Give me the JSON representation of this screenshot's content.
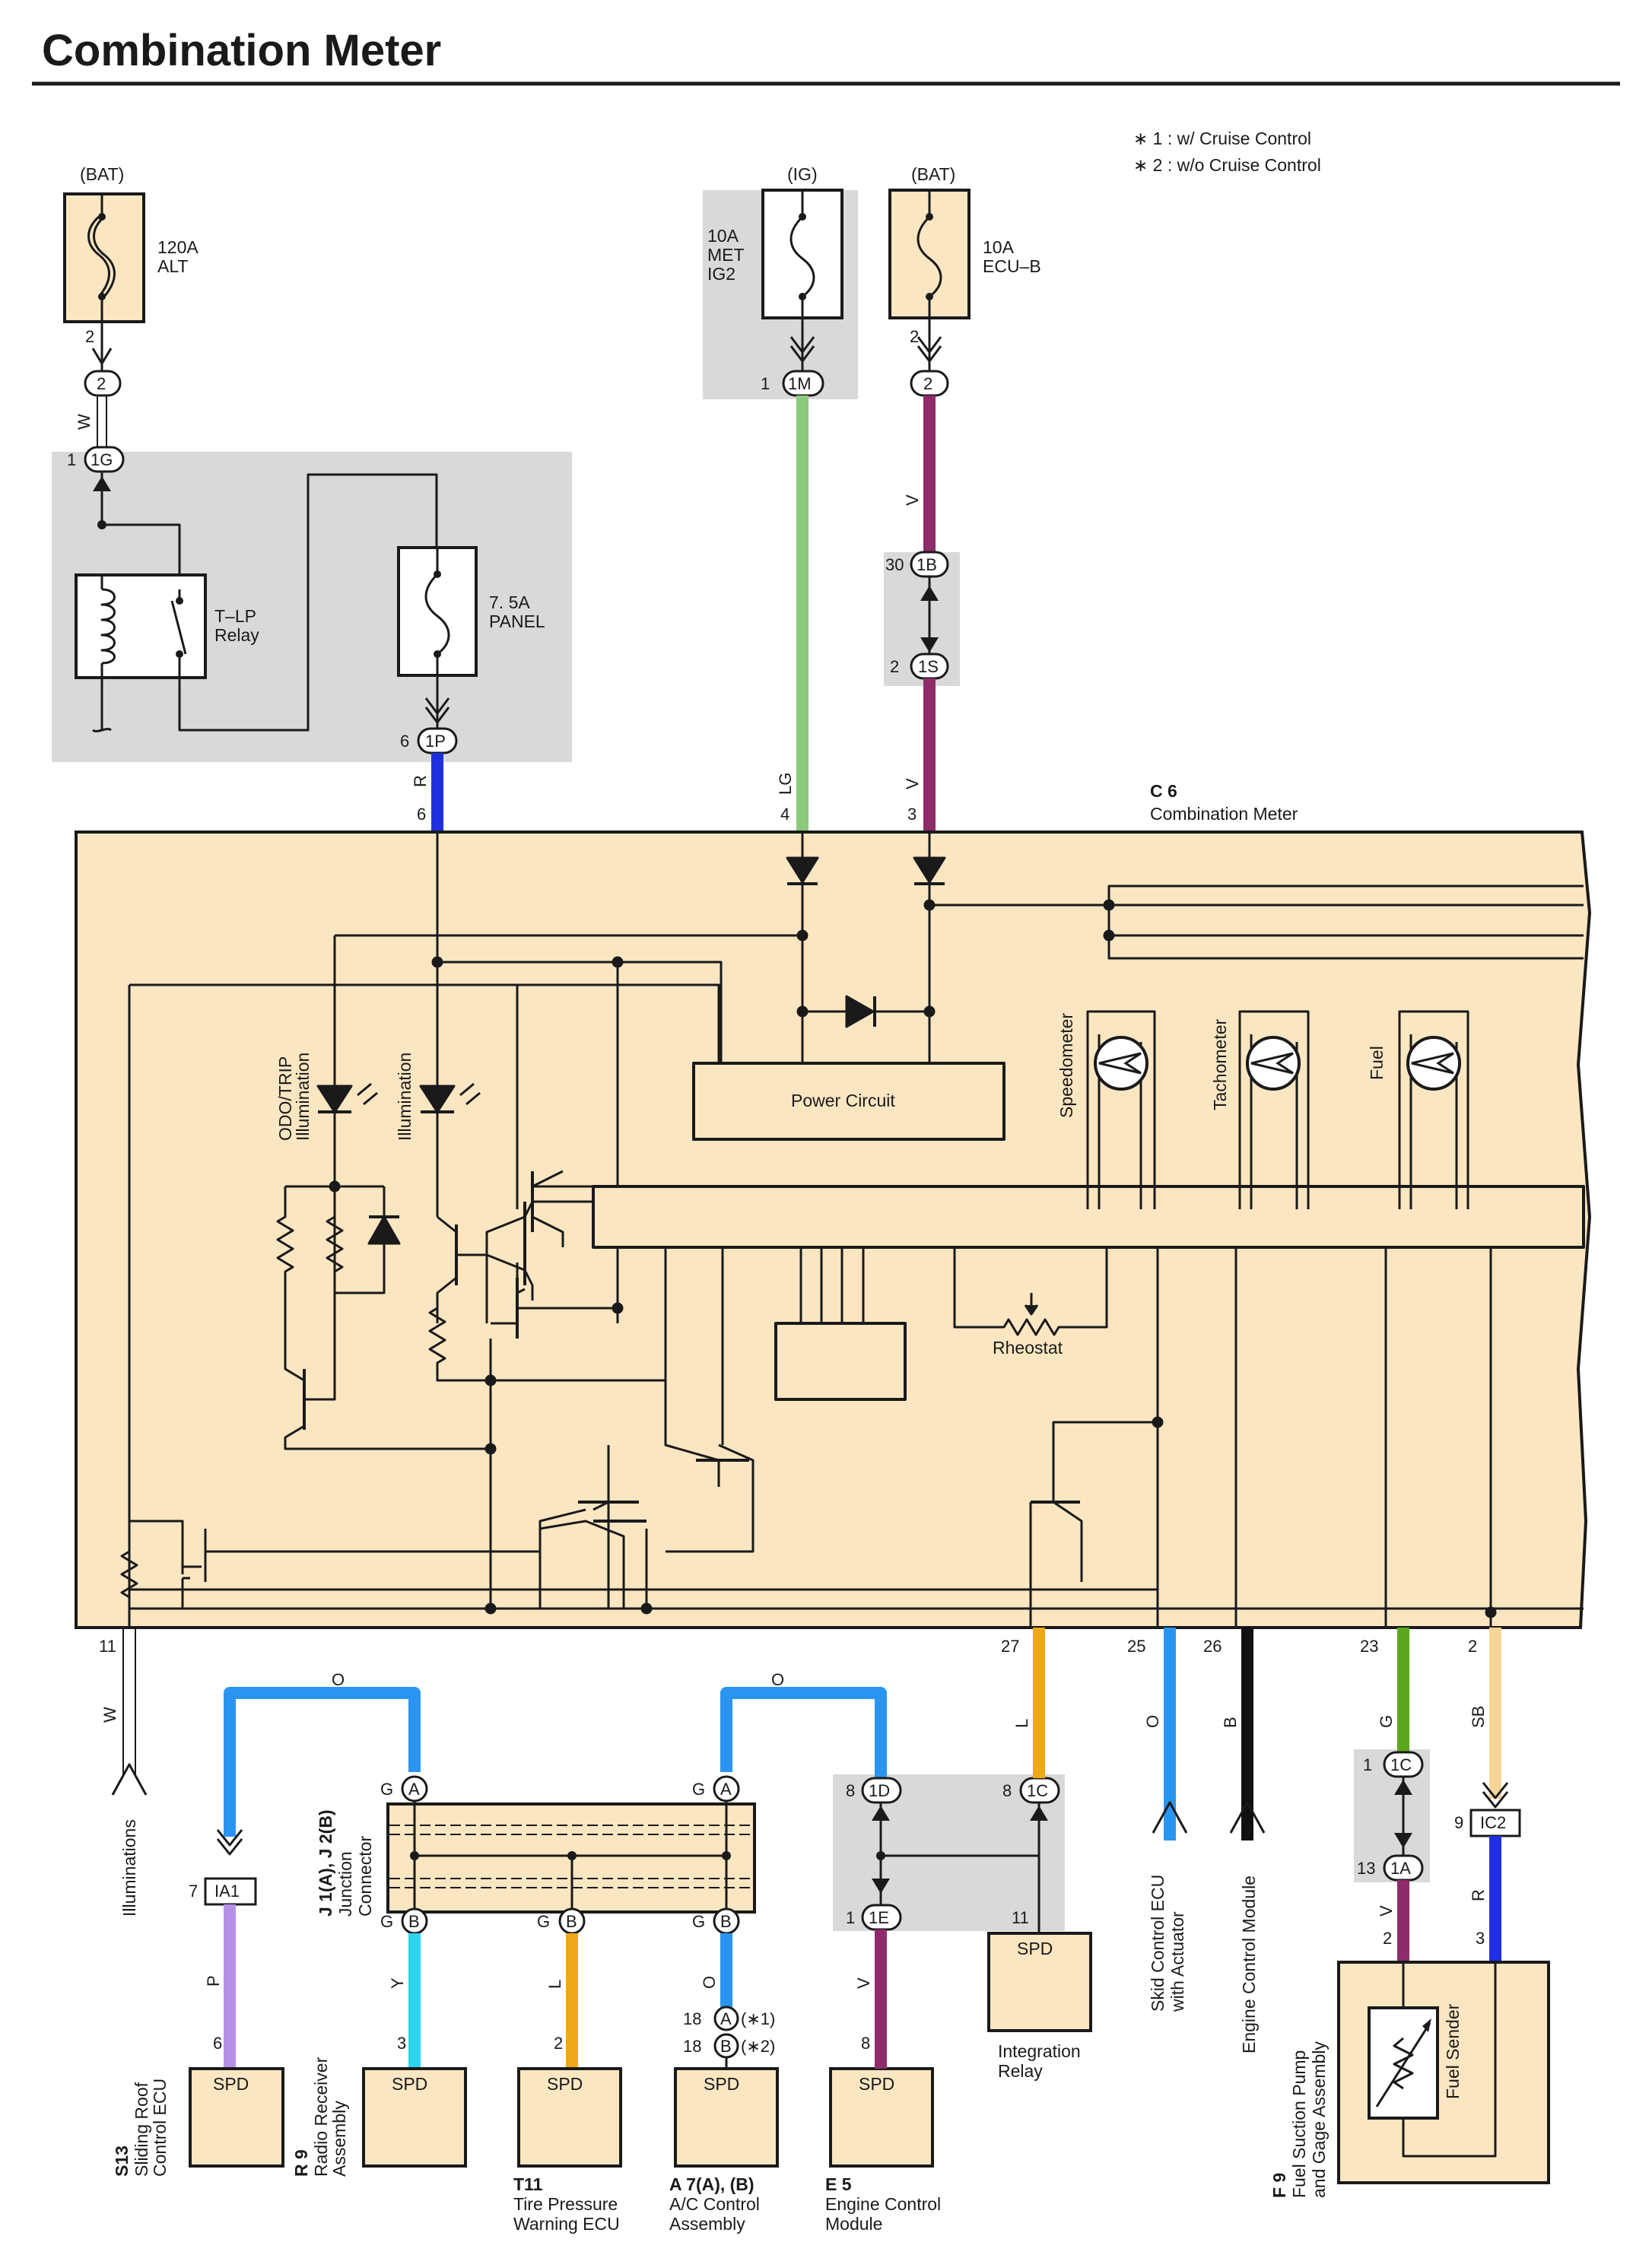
{
  "title": "Combination Meter",
  "notes": {
    "n1": "∗ 1 : w/ Cruise Control",
    "n2": "∗ 2 : w/o Cruise Control"
  },
  "power": {
    "bat1": "(BAT)",
    "ig": "(IG)",
    "bat2": "(BAT)"
  },
  "fuses": {
    "alt": [
      "120A",
      "ALT"
    ],
    "met": [
      "10A",
      "MET",
      "IG2"
    ],
    "ecub": [
      "10A",
      "ECU–B"
    ],
    "panel": [
      "7. 5A",
      "PANEL"
    ]
  },
  "relay": [
    "T–LP",
    "Relay"
  ],
  "meter": {
    "code": "C 6",
    "name": "Combination Meter",
    "power_circuit": "Power Circuit",
    "speedometer": "Speedometer",
    "tachometer": "Tachometer",
    "fuel": "Fuel",
    "rheostat": "Rheostat",
    "odo_illum": [
      "ODO/TRIP",
      "Illumination"
    ],
    "illum": "Illumination"
  },
  "connectors": {
    "c2a": "2",
    "c1g": "1G",
    "c1p": "1P",
    "c1m": "1M",
    "c2b": "2",
    "c1b": "1B",
    "c1s": "1S",
    "ia1": "IA1",
    "c1d": "1D",
    "c1c": "1C",
    "c1e": "1E",
    "c1c2": "1C",
    "c1a": "1A",
    "ic2": "IC2",
    "ja": "A",
    "jb": "B"
  },
  "pins": {
    "alt": "2",
    "c2a": "",
    "c1g": "1",
    "panel": "6",
    "met": "1",
    "ecub": "2",
    "c1b": "30",
    "c1s": "2",
    "m6": "6",
    "m4": "4",
    "m3": "3",
    "m11": "11",
    "m27": "27",
    "m25": "25",
    "m26": "26",
    "m23": "23",
    "m2": "2",
    "ia1": "7",
    "c1d": "8",
    "c1c": "8",
    "c1e": "1",
    "relay11": "11",
    "c1c2": "1",
    "c1a": "13",
    "ic2": "9",
    "s13": "6",
    "r9": "3",
    "t11": "2",
    "a18a": "18",
    "a18b": "18",
    "e5": "8",
    "f9a": "2",
    "f9b": "3",
    "ga1": "G",
    "gb1": "G",
    "gb2": "G",
    "ga2": "G",
    "gb3": "G",
    "star1": "(∗1)",
    "star2": "(∗2)"
  },
  "wire_colors": {
    "w1": "W",
    "r": "R",
    "lg": "LG",
    "v1": "V",
    "v2": "V",
    "w2": "W",
    "o1": "O",
    "o2": "O",
    "p": "P",
    "y": "Y",
    "l1": "L",
    "o3": "O",
    "v3": "V",
    "l2": "L",
    "o4": "O",
    "b": "B",
    "g": "G",
    "sb": "SB",
    "v4": "V",
    "r2": "R"
  },
  "spd": "SPD",
  "junction": [
    "J 1(A), J 2(B)",
    "Junction",
    "Connector"
  ],
  "components": {
    "illuminations": "Illuminations",
    "s13": [
      "S13",
      "Sliding Roof",
      "Control ECU"
    ],
    "r9": [
      "R 9",
      "Radio Receiver",
      "Assembly"
    ],
    "t11": [
      "T11",
      "Tire Pressure",
      "Warning ECU"
    ],
    "a7": [
      "A 7(A), (B)",
      "A/C Control",
      "Assembly"
    ],
    "e5": [
      "E 5",
      "Engine Control",
      "Module"
    ],
    "integ": [
      "Integration",
      "Relay"
    ],
    "skid": [
      "Skid Control ECU",
      "with Actuator"
    ],
    "ecm": "Engine Control Module",
    "f9": [
      "F 9",
      "Fuel Suction Pump",
      "and Gage Assembly"
    ],
    "sender": "Fuel Sender"
  },
  "colors": {
    "W": "#f2f2f2",
    "R": "#1f2fe0",
    "LG": "#8cc97a",
    "V": "#8e2b6b",
    "O": "#2a95f0",
    "P": "#b690e6",
    "Y": "#2ed3ee",
    "L": "#f0a818",
    "B": "#111111",
    "G": "#5ba81c",
    "SB": "#f6d597",
    "meter": "#fbe6c2",
    "gray": "#d9d9d9"
  }
}
